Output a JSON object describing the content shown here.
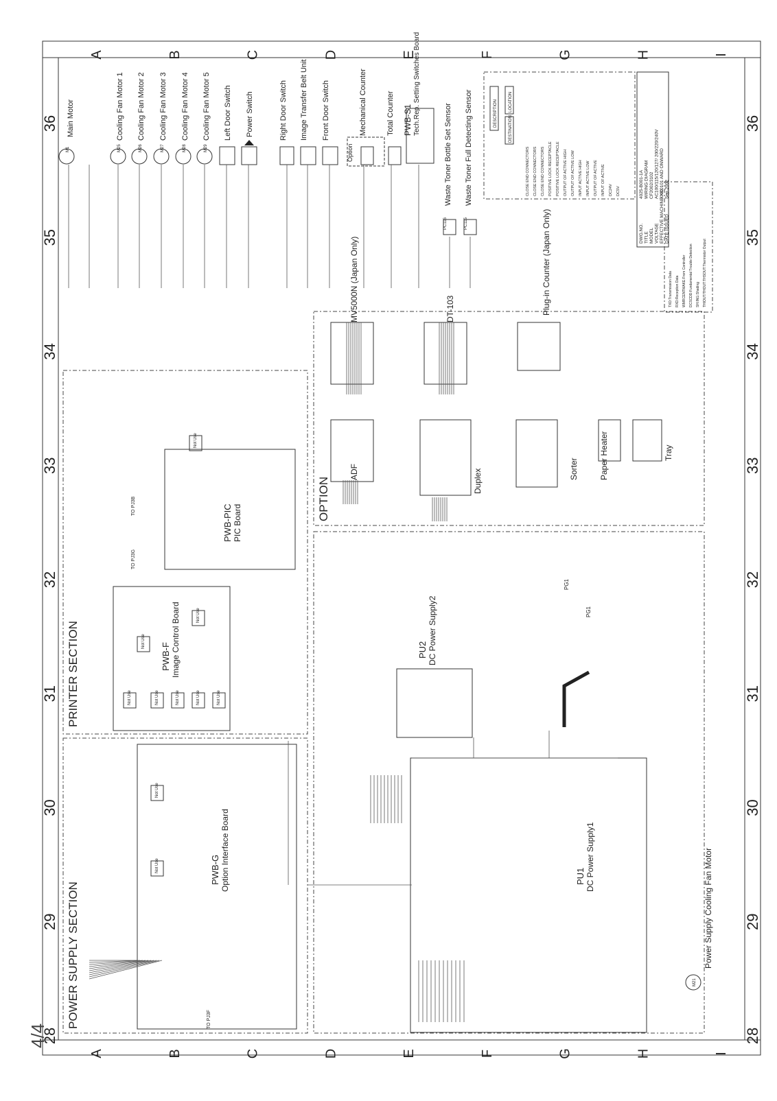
{
  "page_number": "4/4",
  "grid": {
    "columns": [
      "36",
      "35",
      "34",
      "33",
      "32",
      "31",
      "30",
      "29",
      "28"
    ],
    "rows": [
      "A",
      "B",
      "C",
      "D",
      "E",
      "F",
      "G",
      "H",
      "I"
    ]
  },
  "sections": {
    "power_supply": "POWER SUPPLY SECTION",
    "printer": "PRINTER SECTION",
    "option": "OPTION"
  },
  "components": {
    "main_motor": "Main Motor",
    "m_main": "M1",
    "fan1": "Cooling Fan Motor 1",
    "fan2": "Cooling Fan Motor 2",
    "fan3": "Cooling Fan Motor 3",
    "fan4": "Cooling Fan Motor 4",
    "fan5": "Cooling Fan Motor 5",
    "m_fan1": "M25",
    "m_fan2": "M26",
    "m_fan3": "M27",
    "m_fan4": "M28",
    "m_fan5": "M29",
    "left_door": "Left Door Switch",
    "power_switch": "Power Switch",
    "right_door": "Right Door Switch",
    "image_transfer": "Image Transfer Belt Unit",
    "front_door": "Front Door Switch",
    "mech_counter": "Mechanical Counter",
    "option_label": "Option",
    "total_counter": "Total Counter",
    "pwb_s1": "PWB-S1",
    "pwb_s1_desc": "Tech.Rep. Setting Switches Board",
    "waste_bottle": "Waste Toner Bottle Set Sensor",
    "waste_full": "Waste Toner Full Detecting Sensor",
    "pc_bottle": "PC116",
    "pc_full": "PC115"
  },
  "option_units": {
    "mv5000n": "MV5000N (Japan Only)",
    "dt103": "DT-103",
    "plugin_counter": "Plug-in Counter (Japan Only)",
    "adf": "ADF",
    "duplex": "Duplex",
    "sorter": "Sorter",
    "paper_heater": "Paper Heater",
    "tray": "Tray"
  },
  "boards": {
    "pwb_pic": "PWB-PIC",
    "pic_board": "PIC Board",
    "pwb_f": "PWB-F",
    "image_control": "Image Control Board",
    "pwb_g": "PWB-G",
    "option_interface": "Option Interface Board",
    "pu2": "PU2",
    "dc_ps2": "DC Power Supply2",
    "pu1": "PU1",
    "dc_ps1": "DC Power Supply1",
    "ps_fan": "Power Supply Cooling Fan Motor",
    "m_psfan": "M21",
    "pg1": "PG1",
    "to_pj3b": "TO PJ3B",
    "to_pj3g": "TO PJ3G",
    "to_pj3f": "TO PJ3F",
    "not_use": "Not Use"
  },
  "title_block": {
    "rows": [
      {
        "label": "DWG.NO.",
        "value": "4025-B001-1A"
      },
      {
        "label": "TITLE",
        "value": "WIRING DIAGRAM"
      },
      {
        "label": "MODEL",
        "value": "CF2002/3102"
      },
      {
        "label": "VOLTAGE",
        "value": "AC100/115/120/127/ 200/220/240V"
      },
      {
        "label": "EFFECTIVE MACHINE NO.",
        "value": "XXX0101 AND ONWARD"
      },
      {
        "label": "DATE ISSUED",
        "value": "Sep.2002"
      }
    ]
  },
  "legend": {
    "header_desc": "DESCRIPTION",
    "header_loc": "LOCATION",
    "header_dest": "DESTINATION",
    "items": [
      "CLOSE END CONNECTORS",
      "CLOSE END CONNECTORS",
      "CLOSE END CONNECTORS",
      "POSITIVE LOCK RECEPTACLE",
      "POSITIVE LOCK RECEPTACLE",
      "OUTPUT OF ACTIVE HIGH",
      "OUTPUT OF ACTIVE LOW",
      "INPUT ACTIVE HIGH",
      "INPUT ACTIVE LOW",
      "OUTPUT OF ACTIVE",
      "INPUT OF ACTIVE",
      "DC24V",
      "DC5V"
    ]
  },
  "signal_notes": [
    "TXD:Transmission Data",
    "RXD:Reception Data",
    "WMRCENTMAKE:From Controller",
    "DCSCDD:Fundamental Trouble Detection",
    "SH:ING:Shading",
    "THIOUT/THOUT:THSOUT:Thermistor Output"
  ]
}
